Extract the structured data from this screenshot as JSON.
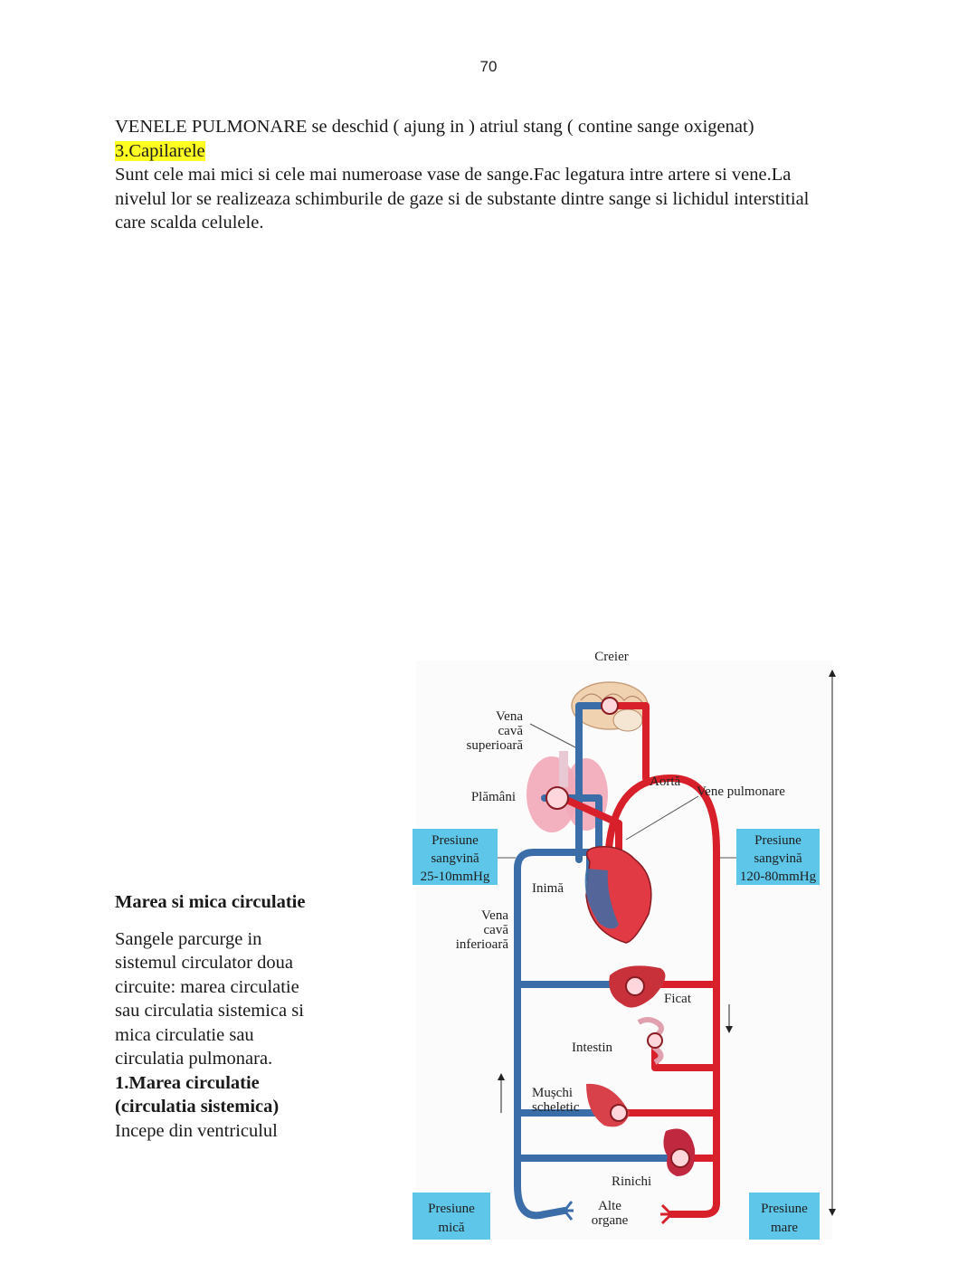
{
  "page_number": "70",
  "paragraph_1": "VENELE PULMONARE se deschid ( ajung in ) atriul stang ( contine sange oxigenat)",
  "section_3_title": "3.Capilarele",
  "capilare_lines": [
    "Sunt cele mai mici si cele mai numeroase vase de sange.Fac legatura intre artere si vene.La",
    "nivelul lor se realizeaza schimburile de gaze si de substante dintre sange si lichidul interstitial",
    "care scalda celulele."
  ],
  "side": {
    "heading": "Marea si mica circulatie",
    "lines": [
      "Sangele parcurge in",
      "sistemul circulator doua",
      "circuite: marea circulatie",
      "sau circulatia sistemica si",
      "mica circulatie sau",
      "circulatia pulmonara."
    ],
    "subheading_lines": [
      "1.Marea circulatie",
      "(circulatia sistemica)"
    ],
    "tail": "Incepe din ventriculul"
  },
  "diagram": {
    "labels": {
      "creier": "Creier",
      "vena_cava_sup": [
        "Vena",
        "cavă",
        "superioară"
      ],
      "aorta": "Aortă",
      "vene_pulmonare": "Vene pulmonare",
      "plamani": "Plămâni",
      "inima": "Inimă",
      "vena_cava_inf": [
        "Vena",
        "cavă",
        "inferioară"
      ],
      "ficat": "Ficat",
      "intestin": "Intestin",
      "muschi": [
        "Mușchi",
        "scheletic"
      ],
      "rinichi": "Rinichi",
      "alte_organe": [
        "Alte",
        "organe"
      ]
    },
    "boxes": {
      "left_pressure": [
        "Presiune",
        "sangvină",
        "25-10mmHg"
      ],
      "right_pressure": [
        "Presiune",
        "sangvină",
        "120-80mmHg"
      ],
      "low": [
        "Presiune",
        "mică"
      ],
      "high": [
        "Presiune",
        "mare"
      ]
    },
    "colors": {
      "artery": "#d8202a",
      "vein": "#3b6ea8",
      "box": "#5ec6e8",
      "organ": "#d03a4a",
      "lung": "#f2a8b8",
      "brain": "#f0d2b0"
    }
  }
}
